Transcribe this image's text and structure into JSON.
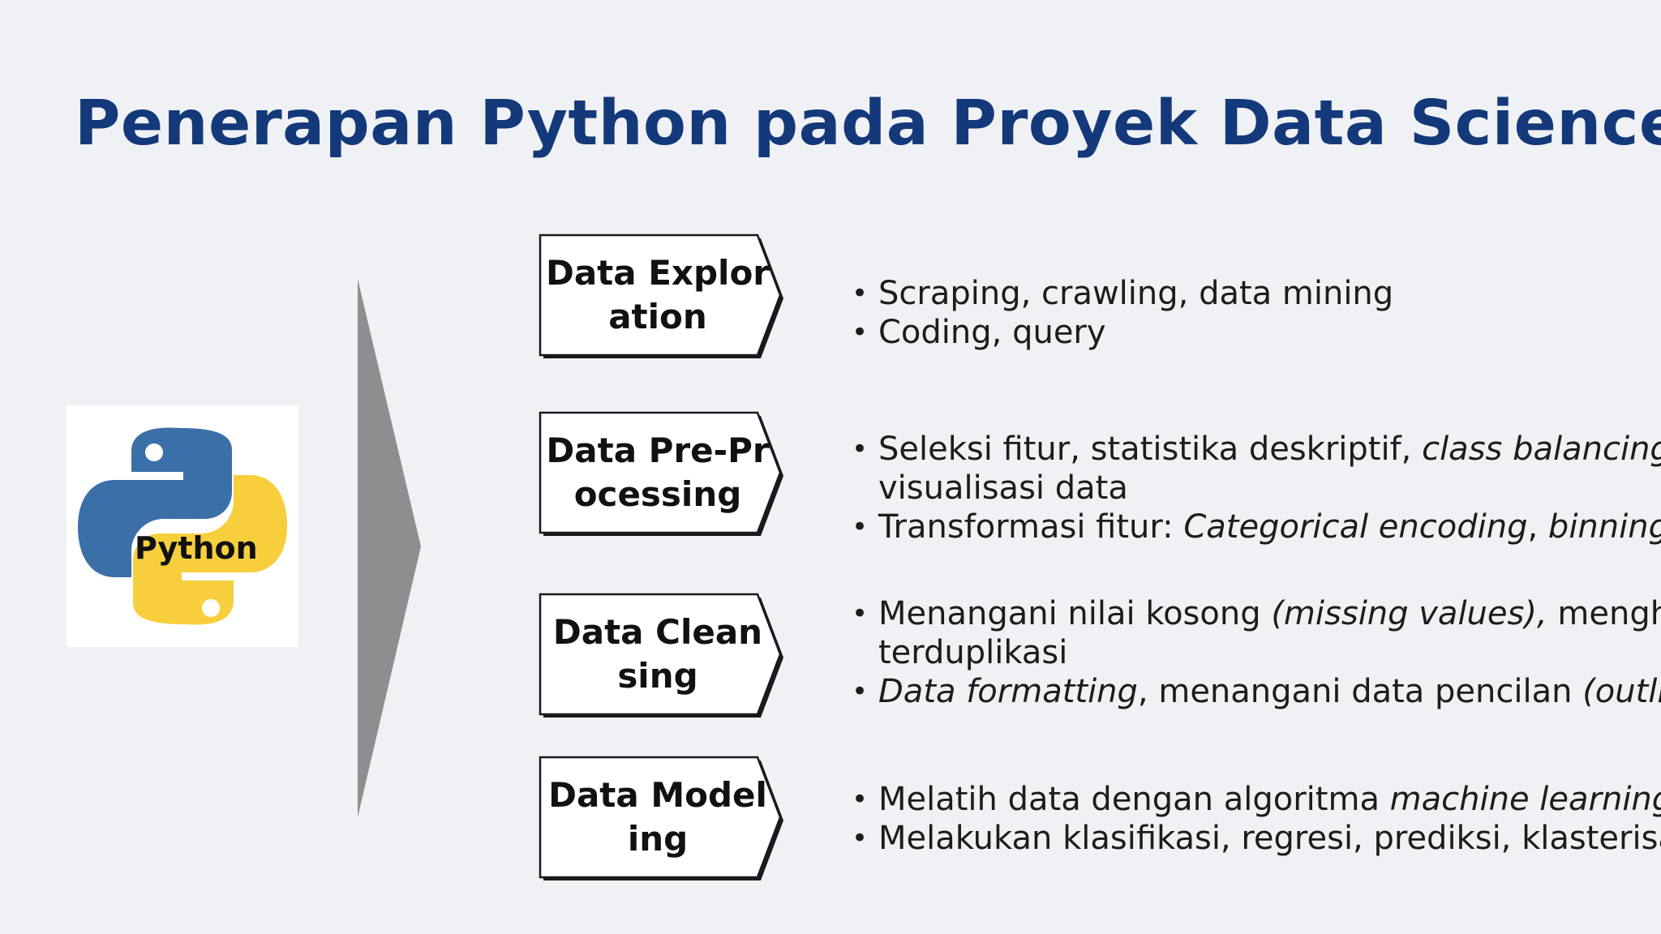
{
  "slide": {
    "title": "Penerapan Python pada Proyek Data Science",
    "logo_label": "Python",
    "colors": {
      "title": "#14397a",
      "background": "#eff1f5",
      "chevron": "#8e8e8e",
      "python_blue": "#3b6fa8",
      "python_yellow": "#f7cf3d"
    }
  },
  "steps": [
    {
      "label": "Data Exploration",
      "bullets": [
        [
          {
            "t": "Scraping, crawling, data mining"
          }
        ],
        [
          {
            "t": "Coding, query"
          }
        ]
      ]
    },
    {
      "label": "Data Pre-Processing",
      "bullets": [
        [
          {
            "t": "Seleksi fitur, statistika deskriptif, "
          },
          {
            "t": "class balancing",
            "i": true
          },
          {
            "t": ","
          }
        ],
        [
          {
            "t": "visualisasi data"
          }
        ],
        [
          {
            "t": "Transformasi fitur: "
          },
          {
            "t": "Categorical encoding",
            "i": true
          },
          {
            "t": ", "
          },
          {
            "t": "binning",
            "i": true
          }
        ]
      ]
    },
    {
      "label": "Data Cleansing",
      "bullets": [
        [
          {
            "t": "Menangani nilai kosong "
          },
          {
            "t": "(missing values),",
            "i": true
          },
          {
            "t": " menghapu"
          }
        ],
        [
          {
            "t": "terduplikasi"
          }
        ],
        [
          {
            "t": "Data formatting",
            "i": true
          },
          {
            "t": ", menangani data pencilan "
          },
          {
            "t": "(outliers)",
            "i": true
          }
        ]
      ]
    },
    {
      "label": "Data Modeling",
      "bullets": [
        [
          {
            "t": "Melatih data dengan algoritma "
          },
          {
            "t": "machine learning",
            "i": true
          }
        ],
        [
          {
            "t": "Melakukan klasifikasi, regresi, prediksi, klasterisasi"
          }
        ]
      ]
    }
  ]
}
